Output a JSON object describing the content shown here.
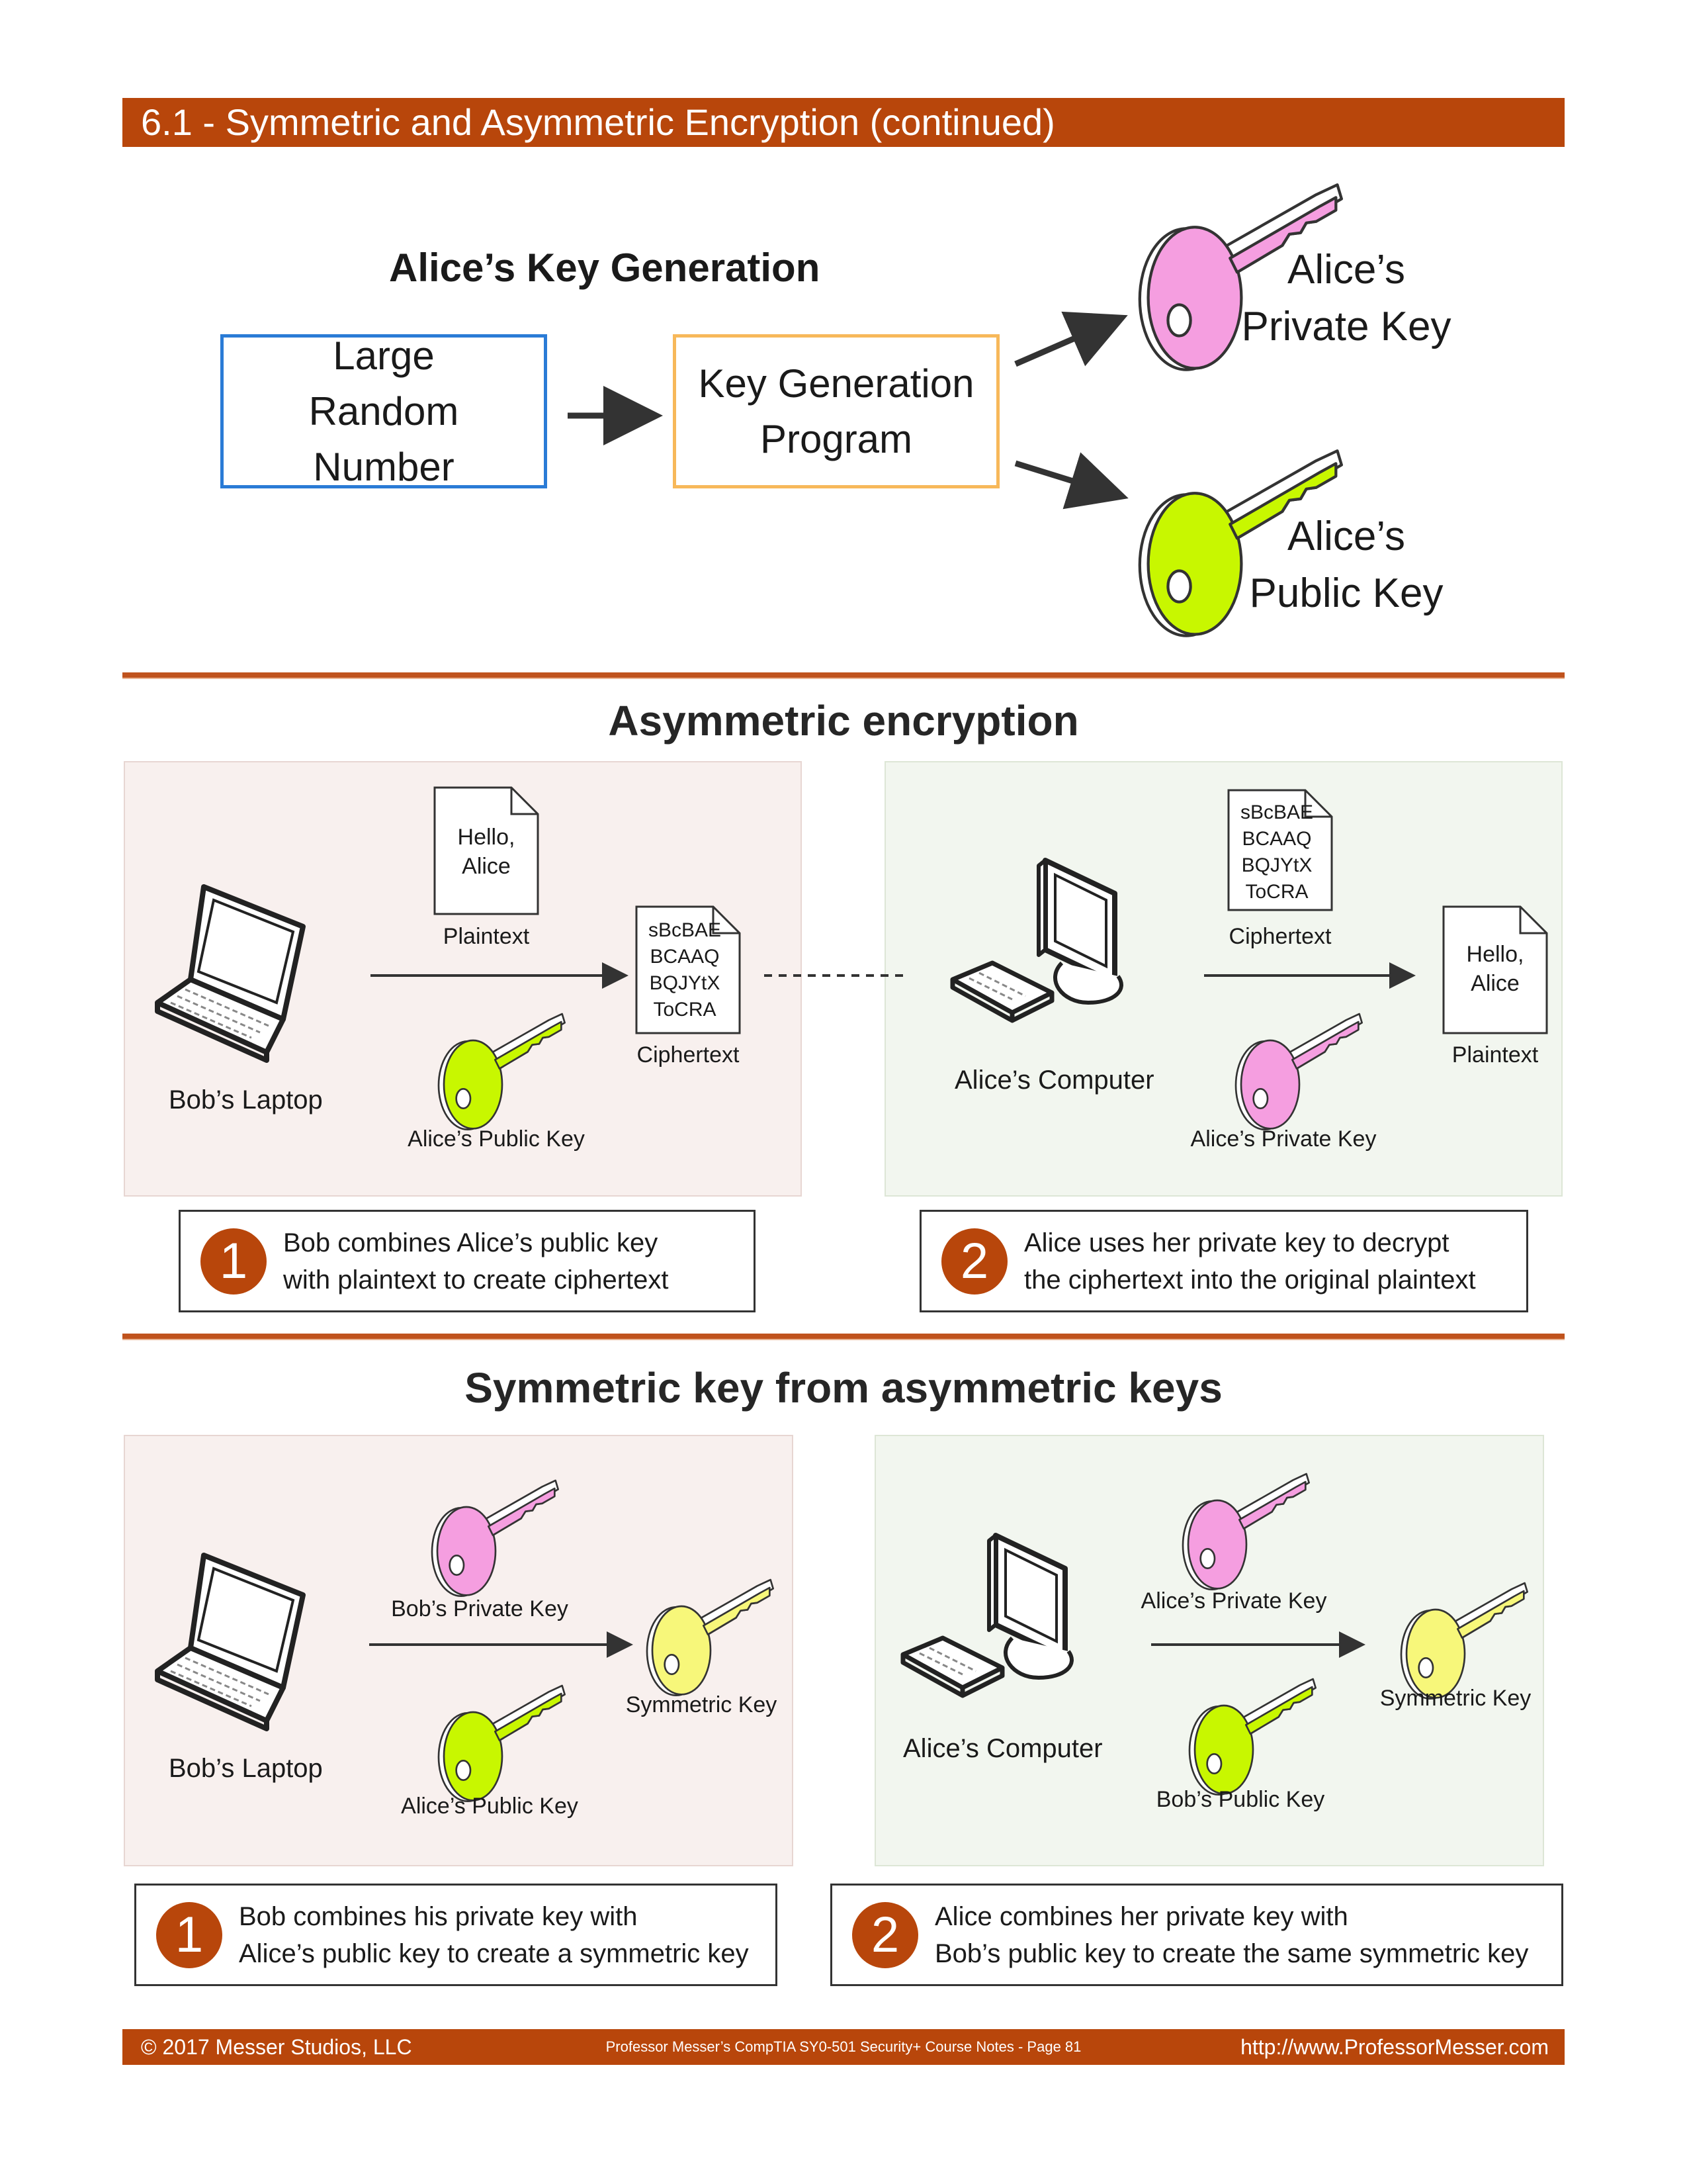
{
  "header": {
    "title": "6.1 - Symmetric and Asymmetric Encryption (continued)"
  },
  "keygen": {
    "heading": "Alice’s Key Generation",
    "input_box": "Large\nRandom\nNumber",
    "program_box": "Key Generation\nProgram",
    "private_key_label": "Alice’s\nPrivate Key",
    "public_key_label": "Alice’s\nPublic Key"
  },
  "asymmetric": {
    "heading": "Asymmetric encryption",
    "left": {
      "device_label": "Bob’s Laptop",
      "plaintext_doc": "Hello,\nAlice",
      "plaintext_label": "Plaintext",
      "cipher_doc": "sBcBAE\nBCAAQ\nBQJYtX\nToCRA",
      "cipher_label": "Ciphertext",
      "key_label": "Alice’s Public Key"
    },
    "right": {
      "device_label": "Alice’s Computer",
      "cipher_doc": "sBcBAE\nBCAAQ\nBQJYtX\nToCRA",
      "cipher_label": "Ciphertext",
      "plaintext_doc": "Hello,\nAlice",
      "plaintext_label": "Plaintext",
      "key_label": "Alice’s Private Key"
    },
    "step1": {
      "num": "1",
      "line1": "Bob combines Alice’s public key",
      "line2": "with plaintext to create ciphertext"
    },
    "step2": {
      "num": "2",
      "line1": "Alice uses her private key to decrypt",
      "line2": "the ciphertext into the original plaintext"
    }
  },
  "symmetric": {
    "heading": "Symmetric key from asymmetric keys",
    "left": {
      "device_label": "Bob’s Laptop",
      "key1_label": "Bob’s Private Key",
      "key2_label": "Alice’s Public Key",
      "result_label": "Symmetric Key"
    },
    "right": {
      "device_label": "Alice’s Computer",
      "key1_label": "Alice’s Private Key",
      "key2_label": "Bob’s Public Key",
      "result_label": "Symmetric Key"
    },
    "step1": {
      "num": "1",
      "line1": "Bob combines his private key with",
      "line2": "Alice’s public key to create a symmetric key"
    },
    "step2": {
      "num": "2",
      "line1": "Alice combines her private key with",
      "line2": "Bob’s public key to create the same symmetric key"
    }
  },
  "footer": {
    "copyright": "© 2017 Messer Studios, LLC",
    "course": "Professor Messer’s CompTIA SY0-501 Security+ Course Notes - Page 81",
    "url": "http://www.ProfessorMesser.com"
  },
  "colors": {
    "accent": "#b8460b",
    "private_key": "#f59ee0",
    "public_key": "#c8f700",
    "symmetric_key": "#f7f77a",
    "input_box_border": "#2a7bd6",
    "program_box_border": "#f7b85a"
  }
}
